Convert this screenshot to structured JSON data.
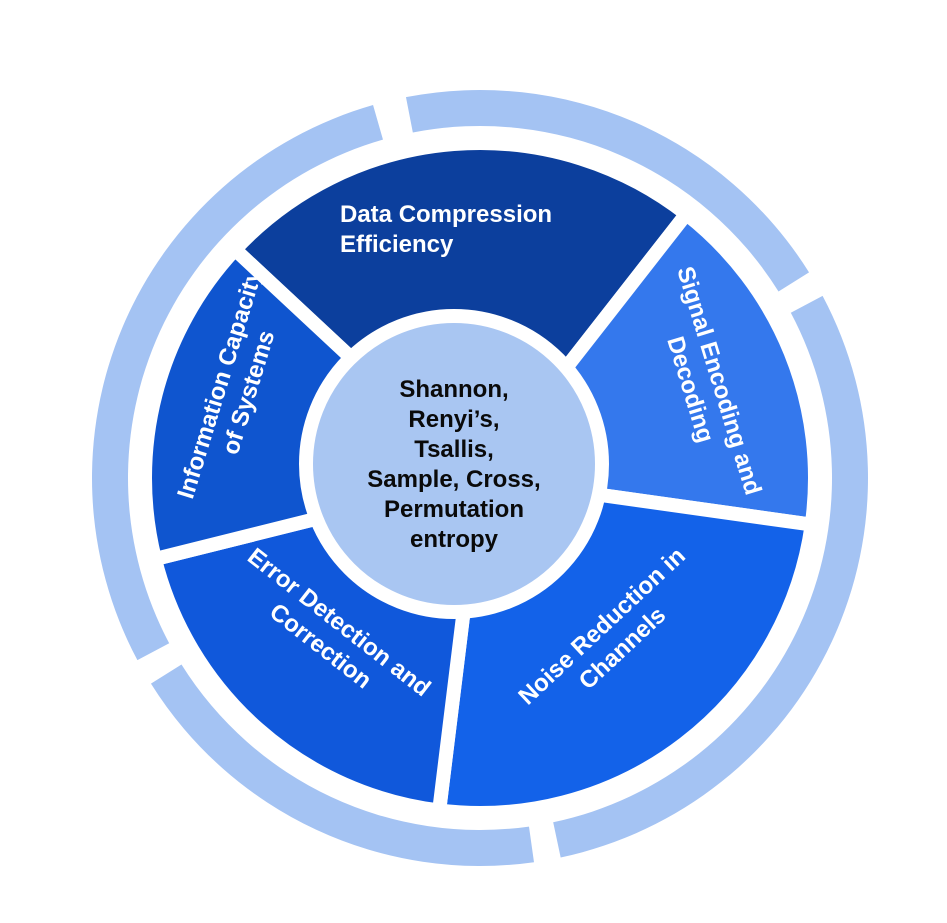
{
  "diagram": {
    "center": {
      "lines": [
        "Shannon,",
        "Renyi’s,",
        "Tsallis,",
        "Sample, Cross,",
        "Permutation",
        "entropy"
      ],
      "color": "#a9c6f2"
    },
    "segments": [
      {
        "id": "data-compression",
        "lines": [
          "Data Compression",
          "Efficiency"
        ],
        "color": "#0c3f9d"
      },
      {
        "id": "signal-encoding",
        "lines": [
          "Signal Encoding and",
          "Decoding"
        ],
        "color": "#3478ed"
      },
      {
        "id": "noise-reduction",
        "lines": [
          "Noise Reduction in",
          "Channels"
        ],
        "color": "#1362e9"
      },
      {
        "id": "error-detection",
        "lines": [
          "Error Detection and",
          "Correction"
        ],
        "color": "#1058db"
      },
      {
        "id": "information-capacity",
        "lines": [
          "Information Capacity",
          "of Systems"
        ],
        "color": "#0f55cf"
      }
    ],
    "outer_ring_color": "#a4c3f3",
    "separator_color": "#ffffff"
  }
}
